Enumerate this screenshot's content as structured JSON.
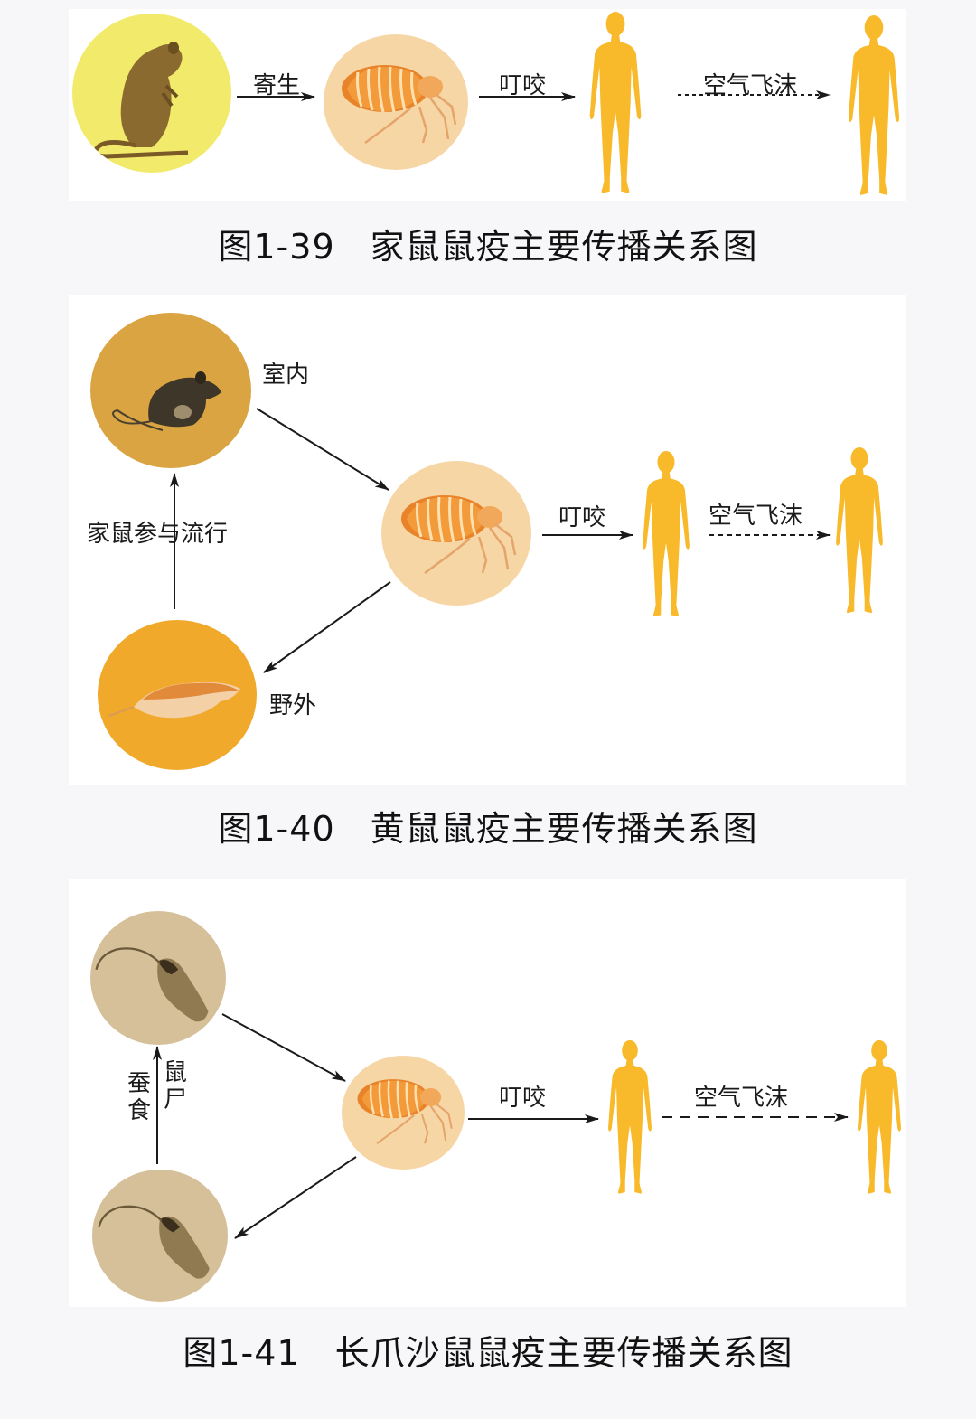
{
  "colors": {
    "page_bg": "#f7f7f9",
    "panel_bg": "#ffffff",
    "human": "#f8b92a",
    "flea_circle": "#f7d6a6",
    "house_rat_circle": "#f2ea6a",
    "indoor_rat_circle": "#d9a441",
    "outdoor_rat_circle": "#f0a92a",
    "gerbil_circle": "#d6c09a",
    "arrow": "#1a1a1a"
  },
  "figures": [
    {
      "caption": "图1-39　家鼠鼠疫主要传播关系图",
      "nodes": [
        "house-rat",
        "flea",
        "human",
        "human"
      ],
      "edges": [
        {
          "from": "house-rat",
          "to": "flea",
          "label": "寄生",
          "style": "solid"
        },
        {
          "from": "flea",
          "to": "human",
          "label": "叮咬",
          "style": "solid"
        },
        {
          "from": "human",
          "to": "human",
          "label": "空气飞沫",
          "style": "dotted"
        }
      ]
    },
    {
      "caption": "图1-40　黄鼠鼠疫主要传播关系图",
      "nodes": [
        "indoor-rat",
        "flea",
        "outdoor-ground-squirrel",
        "human",
        "human"
      ],
      "node_labels": {
        "indoor": "室内",
        "outdoor": "野外"
      },
      "edges": [
        {
          "from": "indoor-rat",
          "to": "flea",
          "label": "",
          "style": "solid"
        },
        {
          "from": "flea",
          "to": "outdoor-ground-squirrel",
          "label": "",
          "style": "solid"
        },
        {
          "from": "outdoor-ground-squirrel",
          "to": "indoor-rat",
          "label": "家鼠参与流行",
          "style": "solid"
        },
        {
          "from": "flea",
          "to": "human",
          "label": "叮咬",
          "style": "solid"
        },
        {
          "from": "human",
          "to": "human",
          "label": "空气飞沫",
          "style": "dashed"
        }
      ]
    },
    {
      "caption": "图1-41　长爪沙鼠鼠疫主要传播关系图",
      "nodes": [
        "gerbil-top",
        "flea",
        "gerbil-bottom",
        "human",
        "human"
      ],
      "edges": [
        {
          "from": "gerbil-top",
          "to": "flea",
          "label": "",
          "style": "solid"
        },
        {
          "from": "flea",
          "to": "gerbil-bottom",
          "label": "",
          "style": "solid"
        },
        {
          "from": "gerbil-bottom",
          "to": "gerbil-top",
          "label_left": "蚕食",
          "label_right": "鼠尸",
          "style": "solid"
        },
        {
          "from": "flea",
          "to": "human",
          "label": "叮咬",
          "style": "solid"
        },
        {
          "from": "human",
          "to": "human",
          "label": "空气飞沫",
          "style": "dashed"
        }
      ]
    }
  ],
  "labels": {
    "fig1": {
      "parasitic": "寄生",
      "bite": "叮咬",
      "airborne": "空气飞沫"
    },
    "fig2": {
      "indoor": "室内",
      "outdoor": "野外",
      "house_rat_join": "家鼠参与流行",
      "bite": "叮咬",
      "airborne": "空气飞沫"
    },
    "fig3": {
      "eat_left": "蚕",
      "eat_left2": "食",
      "corpse_right": "鼠",
      "corpse_right2": "尸",
      "bite": "叮咬",
      "airborne": "空气飞沫"
    }
  }
}
